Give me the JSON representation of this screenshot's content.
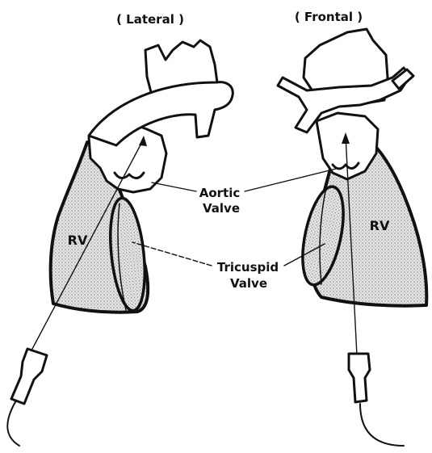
{
  "views": {
    "lateral": "( Lateral )",
    "frontal": "( Frontal )"
  },
  "labels": {
    "rv_left": "RV",
    "rv_right": "RV",
    "aortic_line1": "Aortic",
    "aortic_line2": "Valve",
    "tricuspid_line1": "Tricuspid",
    "tricuspid_line2": "Valve"
  }
}
